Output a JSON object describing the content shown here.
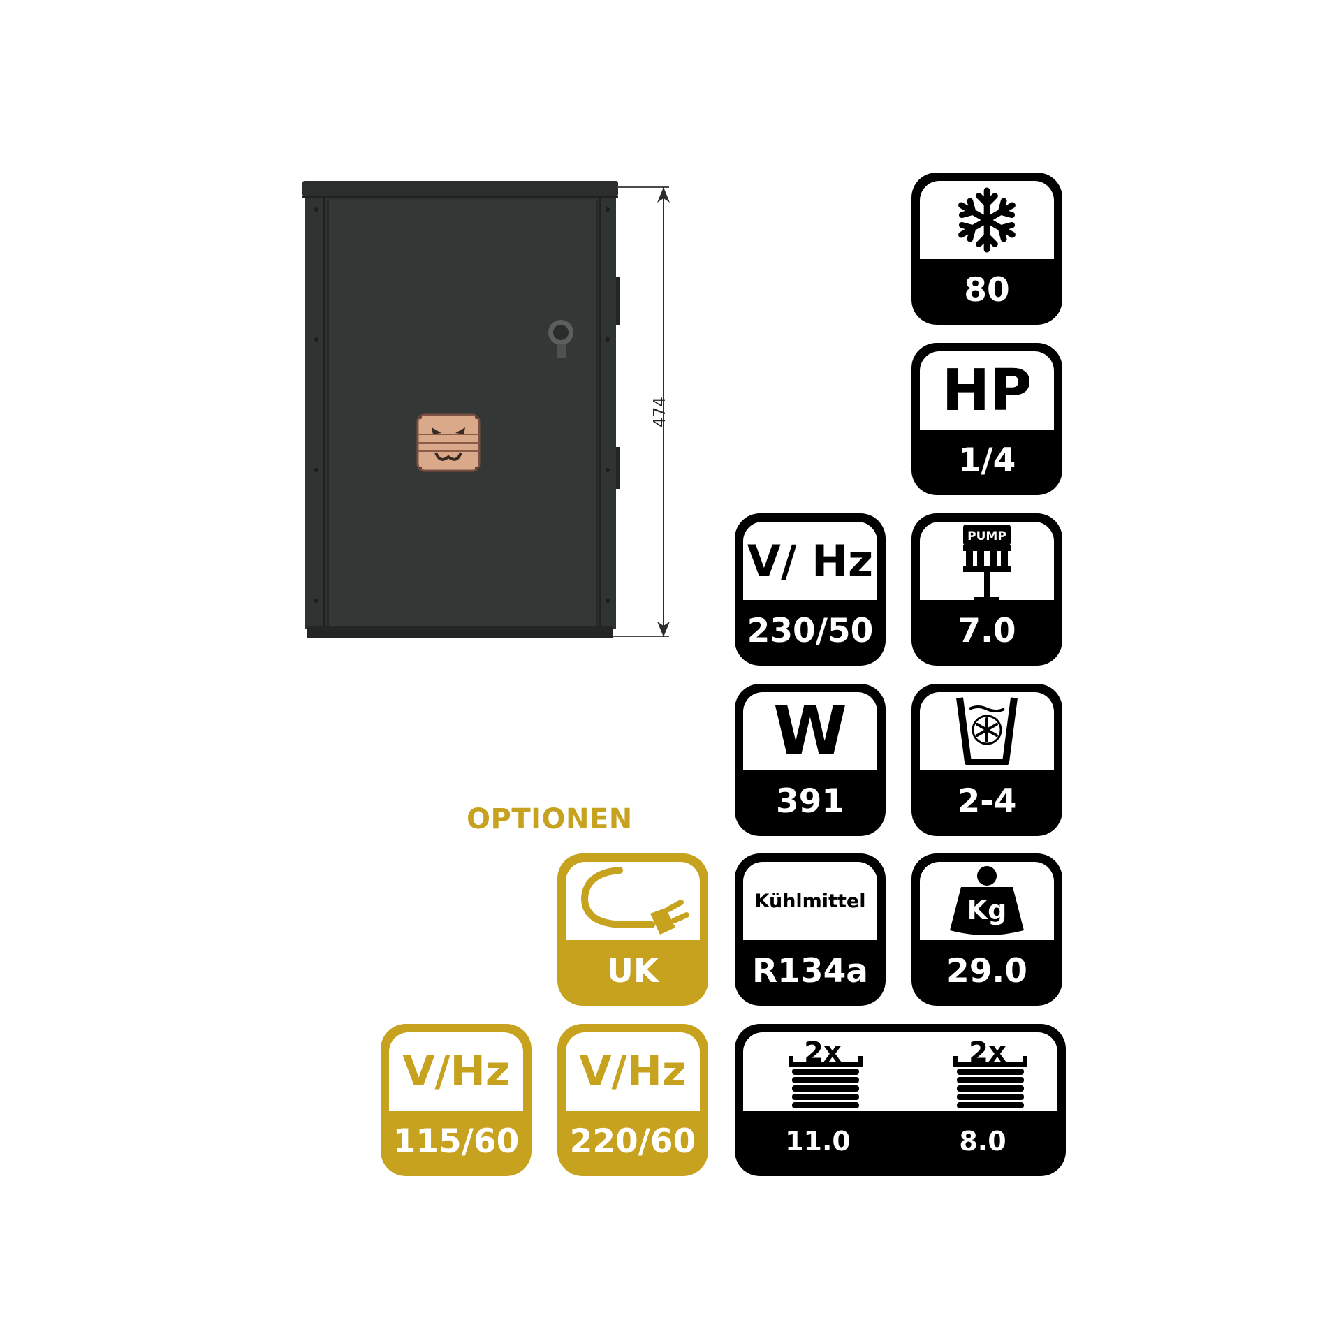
{
  "drawing": {
    "height_label": "474"
  },
  "specs": {
    "ice_production": {
      "icon": "snowflake-icon",
      "value": "80"
    },
    "horsepower": {
      "symbol": "HP",
      "value": "1/4"
    },
    "voltage": {
      "symbol": "V/ Hz",
      "value": "230/50"
    },
    "pump": {
      "icon": "pump-icon",
      "icon_label": "PUMP",
      "value": "7.0"
    },
    "power": {
      "symbol": "W",
      "value": "391"
    },
    "storage": {
      "icon": "ice-bin-icon",
      "value": "2-4"
    },
    "refrigerant": {
      "symbol": "Kühlmittel",
      "value": "R134a"
    },
    "weight": {
      "icon": "weight-icon",
      "icon_label": "Kg",
      "value": "29.0"
    },
    "coils": {
      "left": {
        "icon": "coil-icon",
        "multiplier": "2x",
        "value": "11.0"
      },
      "right": {
        "icon": "coil-icon",
        "multiplier": "2x",
        "value": "8.0"
      }
    }
  },
  "options": {
    "title": "OPTIONEN",
    "uk_plug": {
      "icon": "power-plug-icon",
      "value": "UK"
    },
    "voltage_115": {
      "symbol": "V/Hz",
      "value": "115/60"
    },
    "voltage_220": {
      "symbol": "V/Hz",
      "value": "220/60"
    }
  },
  "colors": {
    "badge": "#000000",
    "option": "#c6a21f",
    "cabinet": "#2f3332",
    "logo": "#d9a98a"
  }
}
